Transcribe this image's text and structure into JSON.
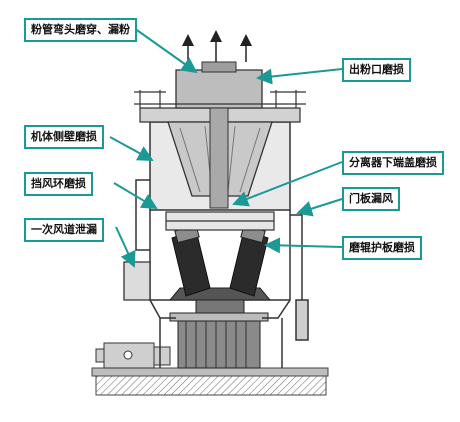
{
  "labels": {
    "elbow_wear": "粉管弯头磨穿、漏粉",
    "outlet_wear": "出粉口磨损",
    "side_wall_wear": "机体侧壁磨损",
    "separator_cover_wear": "分离器下端盖磨损",
    "wind_ring_wear": "挡风环磨损",
    "door_leak": "门板漏风",
    "primary_air_leak": "一次风道泄漏",
    "roller_plate_wear": "磨辊护板磨损"
  },
  "colors": {
    "callout_border": "#1a9a96",
    "arrow": "#1a9a96",
    "drawing_line": "#333333",
    "drawing_fill": "#d9d9d9"
  }
}
